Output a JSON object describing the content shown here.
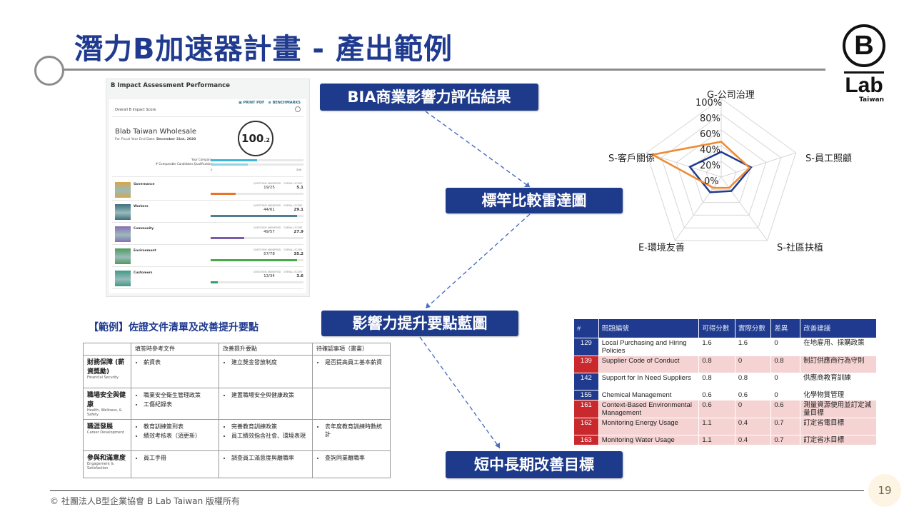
{
  "slide": {
    "title": "潛力B加速器計畫 - 產出範例",
    "footer": "© 社團法人B型企業協會 B Lab Taiwan 版權所有",
    "page_number": "19",
    "accent_color": "#1e3a8a"
  },
  "logo": {
    "b": "B",
    "lab": "Lab",
    "region": "Taiwan"
  },
  "callouts": {
    "bia_result": "BIA商業影響力評估結果",
    "benchmark_radar": "標竿比較雷達圖",
    "impact_blueprint": "影響力提升要點藍圖",
    "improvement_goals": "短中長期改善目標"
  },
  "bia": {
    "header": "B Impact Assessment Performance",
    "print_pdf": "PRINT PDF",
    "benchmarks": "BENCHMARKS",
    "overall_label": "Overall B Impact Score",
    "company": "Blab Taiwan Wholesale",
    "fiscal_prefix": "For Fiscal Year End Date:",
    "fiscal_date": "December 31st, 2020",
    "score": "100",
    "score_decimal": ".2",
    "your_company": "Your Company",
    "compare_label": "# Comparable Candidates Qualification",
    "axis_min": "0",
    "axis_max": "200",
    "your_company_fraction": 0.5,
    "compare_fraction": 0.4,
    "col_a": "QUESTIONS ANSWERED",
    "col_b": "OVERALL SCORE",
    "categories": [
      {
        "name": "Governance",
        "answered": "19/25",
        "score": "5.1",
        "fraction": 0.27,
        "color": "#e8742c"
      },
      {
        "name": "Workers",
        "answered": "44/61",
        "score": "29.1",
        "fraction": 0.93,
        "color": "#4f7f8e"
      },
      {
        "name": "Community",
        "answered": "49/57",
        "score": "27.9",
        "fraction": 0.36,
        "color": "#7a5ba8"
      },
      {
        "name": "Environment",
        "answered": "57/78",
        "score": "35.2",
        "fraction": 0.93,
        "color": "#4aa84e"
      },
      {
        "name": "Customers",
        "answered": "13/34",
        "score": "3.6",
        "fraction": 0.08,
        "color": "#3b9a6a"
      }
    ]
  },
  "radar": {
    "axes": [
      "G-公司治理",
      "S-員工照顧",
      "S-社區扶植",
      "E-環境友善",
      "S-客戶關係"
    ],
    "ticks": [
      "0%",
      "20%",
      "40%",
      "60%",
      "80%",
      "100%"
    ],
    "series_colors": [
      "#1f3a8f",
      "#ef8a2e"
    ]
  },
  "chart_data": {
    "type": "radar",
    "categories": [
      "G-公司治理",
      "S-員工照顧",
      "S-社區扶植",
      "E-環境友善",
      "S-客戶關係"
    ],
    "rlim": [
      0,
      100
    ],
    "series": [
      {
        "values": [
          32,
          40,
          22,
          24,
          42
        ]
      },
      {
        "values": [
          45,
          38,
          17,
          17,
          92
        ]
      }
    ],
    "grid": true
  },
  "doc": {
    "title": "【範例】佐證文件清單及改善提升要點",
    "headers": [
      "",
      "填答時參考文件",
      "改善提升要點",
      "待確認事項（書畫）"
    ],
    "rows": [
      {
        "cat": "財務保障\n(薪資獎勵)",
        "en": "Financial Security",
        "docs": [
          "薪資表"
        ],
        "improve": [
          "建立獎金發放制度"
        ],
        "todo": [
          "是否提高員工基本薪資"
        ]
      },
      {
        "cat": "職場安全與健康",
        "en": "Health, Wellness, & Safety",
        "docs": [
          "職業安全衛生管理政策",
          "工傷紀錄表"
        ],
        "improve": [
          "建置職場安全與健康政策"
        ],
        "todo": []
      },
      {
        "cat": "職涯發展",
        "en": "Career Development",
        "docs": [
          "教育訓練簽到表",
          "績效考核表（須更新）"
        ],
        "improve": [
          "完善教育訓練政策",
          "員工績效指含社會、環境表現"
        ],
        "todo": [
          "去年度教育訓練時數統計"
        ]
      },
      {
        "cat": "參與和滿意度",
        "en": "Engagement & Satisfaction",
        "docs": [
          "員工手冊"
        ],
        "improve": [
          "調查員工滿意度與離職率"
        ],
        "todo": [
          "查詢同業離職率"
        ]
      }
    ]
  },
  "improvements": {
    "headers": [
      "#",
      "問題編號",
      "可得分數",
      "實際分數",
      "差異",
      "改善建議"
    ],
    "rows": [
      {
        "id": "129",
        "name": "Local Purchasing and Hiring Policies",
        "max": "1.6",
        "actual": "1.6",
        "gap": "0",
        "suggestion": "在地雇用、採購政策",
        "style": "w"
      },
      {
        "id": "139",
        "name": "Supplier Code of Conduct",
        "max": "0.8",
        "actual": "0",
        "gap": "0.8",
        "suggestion": "制訂供應商行為守則",
        "style": "p"
      },
      {
        "id": "142",
        "name": "Support for In Need Suppliers",
        "max": "0.8",
        "actual": "0.8",
        "gap": "0",
        "suggestion": "供應商教育訓練",
        "style": "w"
      },
      {
        "id": "155",
        "name": "Chemical Management",
        "max": "0.6",
        "actual": "0.6",
        "gap": "0",
        "suggestion": "化學物質管理",
        "style": "w"
      },
      {
        "id": "161",
        "name": "Context-Based Environmental Management",
        "max": "0.6",
        "actual": "0",
        "gap": "0.6",
        "suggestion": "測量資源使用並訂定減量目標",
        "style": "p"
      },
      {
        "id": "162",
        "name": "Monitoring Energy Usage",
        "max": "1.1",
        "actual": "0.4",
        "gap": "0.7",
        "suggestion": "訂定省電目標",
        "style": "p"
      },
      {
        "id": "163",
        "name": "Monitoring Water Usage",
        "max": "1.1",
        "actual": "0.4",
        "gap": "0.7",
        "suggestion": "訂定省水目標",
        "style": "p"
      }
    ]
  }
}
